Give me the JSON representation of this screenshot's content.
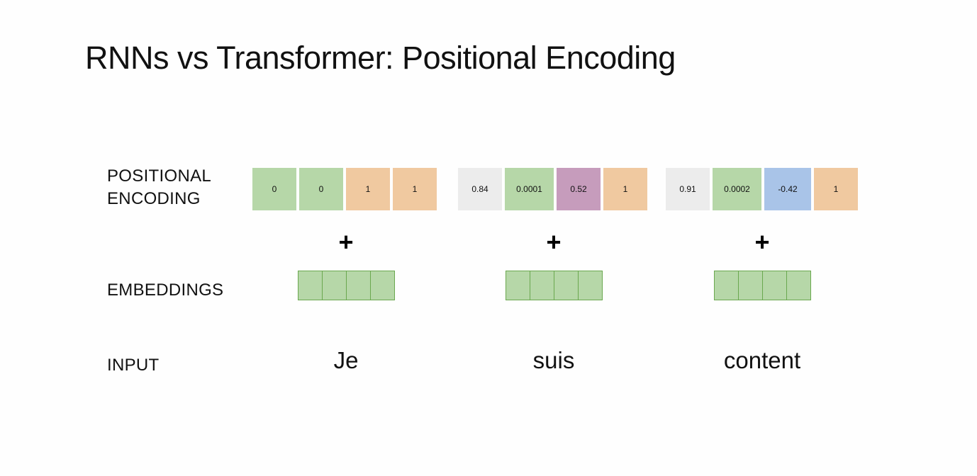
{
  "title": "RNNs vs Transformer:  Positional Encoding",
  "labels": {
    "positional_line1": "POSITIONAL",
    "positional_line2": "ENCODING",
    "embeddings": "EMBEDDINGS",
    "input": "INPUT"
  },
  "plus_symbol": "+",
  "colors": {
    "green": "#b6d7a8",
    "orange": "#f0c9a0",
    "gray": "#ececec",
    "purple": "#c69cbc",
    "blue": "#a9c4e8",
    "embedding_border": "#6aa84f"
  },
  "positional_encodings": [
    {
      "cells": [
        {
          "value": "0",
          "color": "green"
        },
        {
          "value": "0",
          "color": "green"
        },
        {
          "value": "1",
          "color": "orange"
        },
        {
          "value": "1",
          "color": "orange"
        }
      ]
    },
    {
      "cells": [
        {
          "value": "0.84",
          "color": "gray"
        },
        {
          "value": "0.0001",
          "color": "green"
        },
        {
          "value": "0.52",
          "color": "purple"
        },
        {
          "value": "1",
          "color": "orange"
        }
      ]
    },
    {
      "cells": [
        {
          "value": "0.91",
          "color": "gray"
        },
        {
          "value": "0.0002",
          "color": "green"
        },
        {
          "value": "-0.42",
          "color": "blue"
        },
        {
          "value": "1",
          "color": "orange"
        }
      ]
    }
  ],
  "embedding_cell_count": 4,
  "inputs": [
    "Je",
    "suis",
    "content"
  ]
}
